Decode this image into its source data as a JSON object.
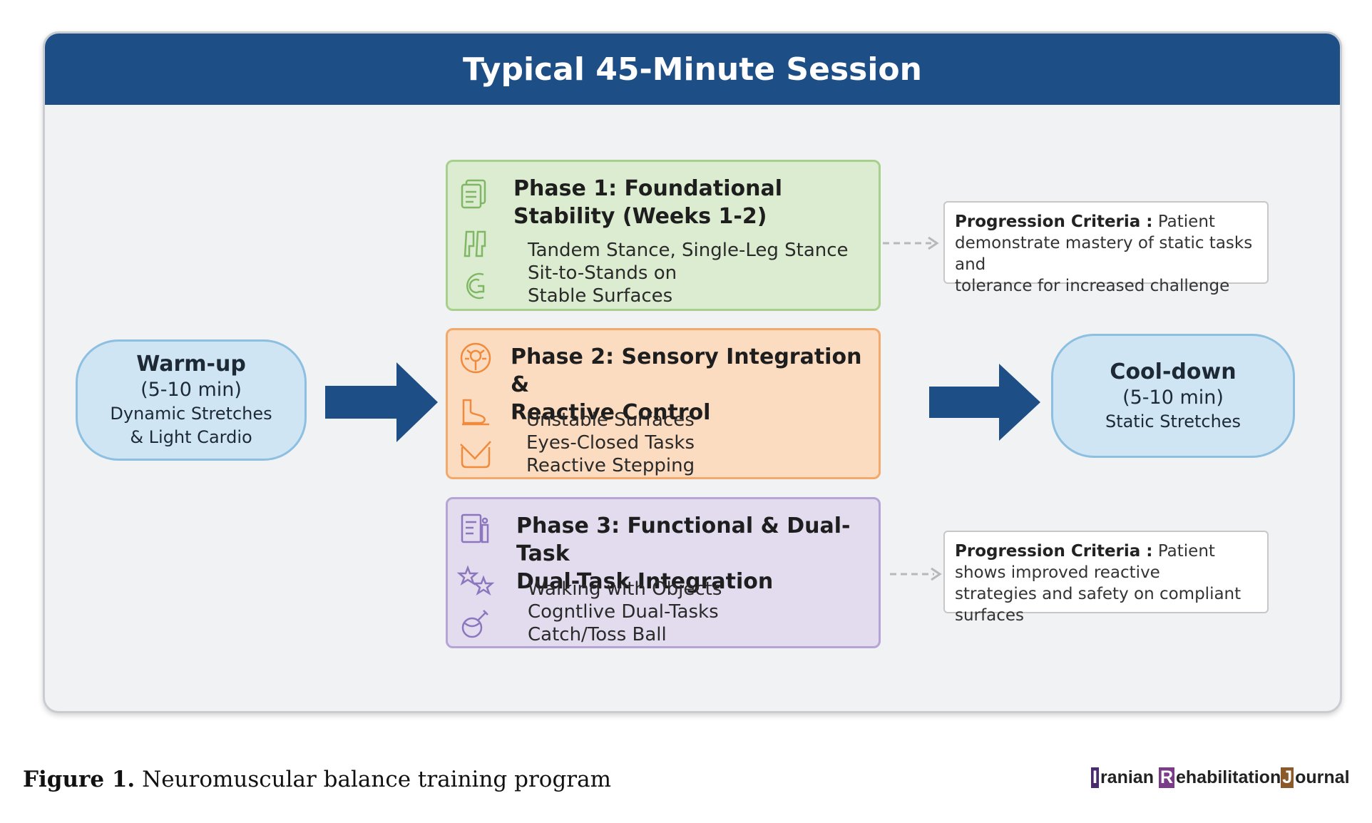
{
  "header": {
    "title": "Typical 45-Minute Session"
  },
  "warmup": {
    "title": "Warm-up",
    "duration": "(5-10 min)",
    "line1": "Dynamic Stretches",
    "line2": "& Light Cardio"
  },
  "cooldown": {
    "title": "Cool-down",
    "duration": "(5-10 min)",
    "line1": "Static Stretches"
  },
  "phases": [
    {
      "title_line1": "Phase 1: Foundational",
      "title_line2": "Stability (Weeks 1-2)",
      "items": [
        "Tandem Stance, Single-Leg Stance",
        "Sit-to-Stands on",
        "Stable Surfaces"
      ],
      "icons": [
        "document-icon",
        "steps-icon",
        "balance-icon"
      ],
      "colors": {
        "fill": "#dcecd0",
        "border": "#a7d08c",
        "icon": "#7fb765"
      }
    },
    {
      "title_line1": "Phase 2: Sensory Integration &",
      "title_line2": "Reactive Control",
      "items": [
        "Unstable Surfaces",
        "Eyes-Closed Tasks",
        "Reactive Stepping"
      ],
      "icons": [
        "sensor-icon",
        "foot-icon",
        "checkmark-icon"
      ],
      "colors": {
        "fill": "#fcdcc0",
        "border": "#f2a96b",
        "icon": "#f08a3c"
      }
    },
    {
      "title_line1": "Phase 3: Functional & Dual-Task",
      "title_line2": "Dual-Task Integration",
      "items": [
        "Walking with Objects",
        "Cogntlive Dual-Tasks",
        "Catch/Toss Ball"
      ],
      "icons": [
        "checklist-icon",
        "stars-icon",
        "ball-icon"
      ],
      "colors": {
        "fill": "#e3dcef",
        "border": "#b5a4d5",
        "icon": "#8c77bf"
      }
    }
  ],
  "criteria": [
    {
      "label": "Progression Criteria :",
      "line1": "Patient",
      "line2": "demonstrate mastery of static tasks and",
      "line3": "tolerance for increased challenge"
    },
    {
      "label": "Progression Criteria :",
      "line1": "Patient",
      "line2": "shows improved reactive",
      "line3": "strategies and safety on compliant surfaces"
    }
  ],
  "caption": {
    "figure": "Figure 1.",
    "text": "Neuromuscular balance training program"
  },
  "journal": {
    "c1": "I",
    "r1": "ranian ",
    "c2": "R",
    "r2": "ehabilitation",
    "c3": "J",
    "r3": "ournal"
  },
  "colors": {
    "header": "#1d4e86",
    "arrow": "#1d4e86",
    "pill_fill": "#cfe5f3",
    "pill_border": "#8cbfe0"
  }
}
